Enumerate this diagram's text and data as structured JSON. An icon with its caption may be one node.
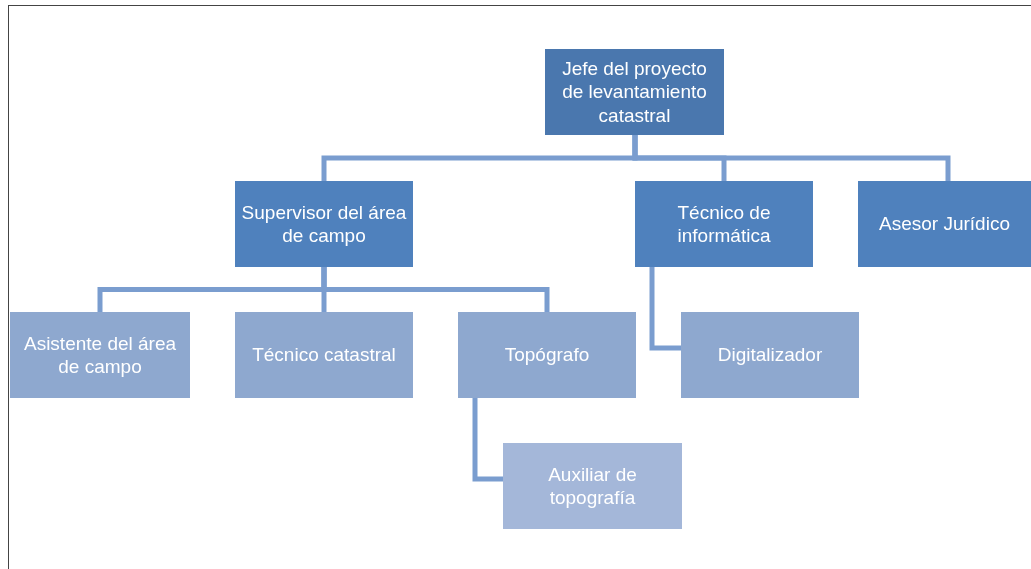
{
  "diagram": {
    "nodes": [
      {
        "text": [
          "Jefe del proyecto de levantamiento catastral"
        ]
      },
      {
        "text": [
          "Supervisor del área de campo"
        ]
      },
      {
        "text": [
          "Técnico de informática"
        ]
      },
      {
        "text": [
          "Asesor Jurídico"
        ]
      },
      {
        "text": [
          "Asistente del área de campo"
        ]
      },
      {
        "text": [
          "Técnico catastral"
        ]
      },
      {
        "text": [
          "Topógrafo"
        ]
      },
      {
        "text": [
          "Digitalizador"
        ]
      },
      {
        "text": [
          "Auxiliar de topografía"
        ]
      }
    ],
    "edges": [
      {
        "from": 0,
        "to": 1,
        "arrow": "none"
      },
      {
        "from": 0,
        "to": 2,
        "arrow": "none"
      },
      {
        "from": 0,
        "to": 3,
        "arrow": "none"
      },
      {
        "from": 1,
        "to": 4,
        "arrow": "none"
      },
      {
        "from": 1,
        "to": 5,
        "arrow": "none"
      },
      {
        "from": 1,
        "to": 6,
        "arrow": "none"
      },
      {
        "from": 2,
        "to": 7,
        "arrow": "none"
      },
      {
        "from": 6,
        "to": 8,
        "arrow": "none"
      }
    ]
  }
}
